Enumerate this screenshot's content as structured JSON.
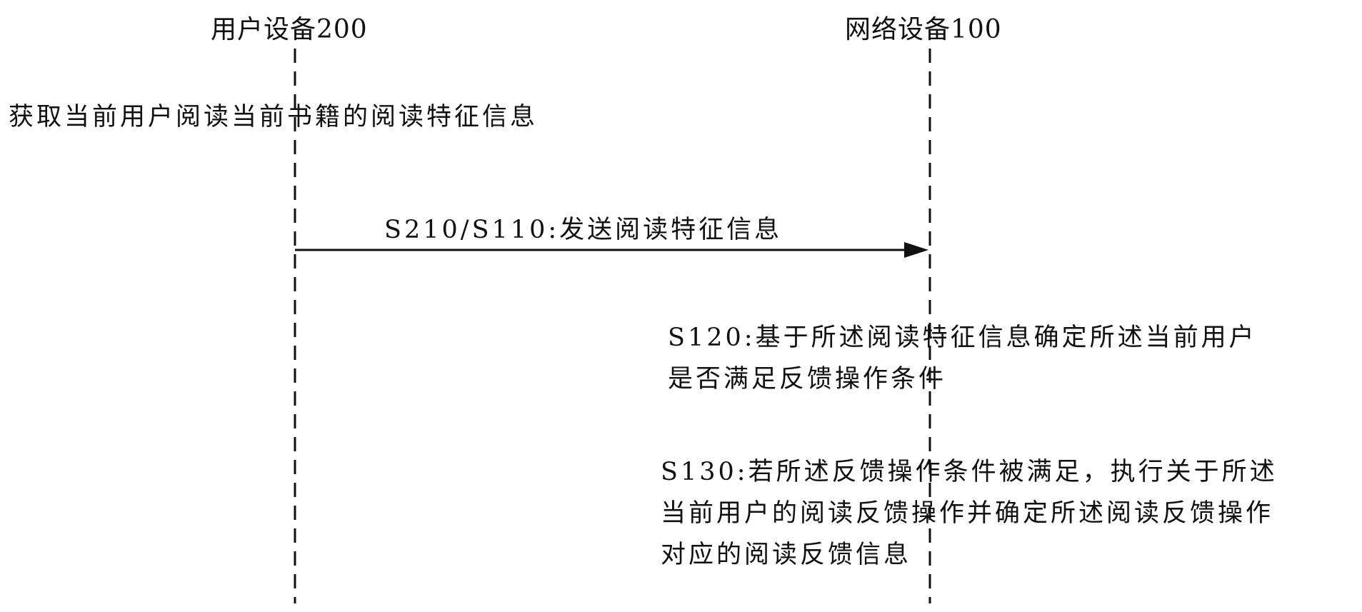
{
  "diagram": {
    "lifelines": [
      {
        "id": "user",
        "label": "用户设备200"
      },
      {
        "id": "network",
        "label": "网络设备100"
      }
    ],
    "steps": [
      {
        "id": "acquire",
        "lines": [
          "获取当前用户阅读当前书籍的阅读特征信息"
        ]
      },
      {
        "id": "send",
        "from": "user",
        "to": "network",
        "lines": [
          "S210/S110:发送阅读特征信息"
        ]
      },
      {
        "id": "s120",
        "lines": [
          "S120:基于所述阅读特征信息确定所述当前用户",
          "是否满足反馈操作条件"
        ]
      },
      {
        "id": "s130",
        "lines": [
          "S130:若所述反馈操作条件被满足，执行关于所述",
          "当前用户的阅读反馈操作并确定所述阅读反馈操作",
          "对应的阅读反馈信息"
        ]
      }
    ]
  },
  "colors": {
    "ink": "#111111",
    "background": "#ffffff"
  }
}
